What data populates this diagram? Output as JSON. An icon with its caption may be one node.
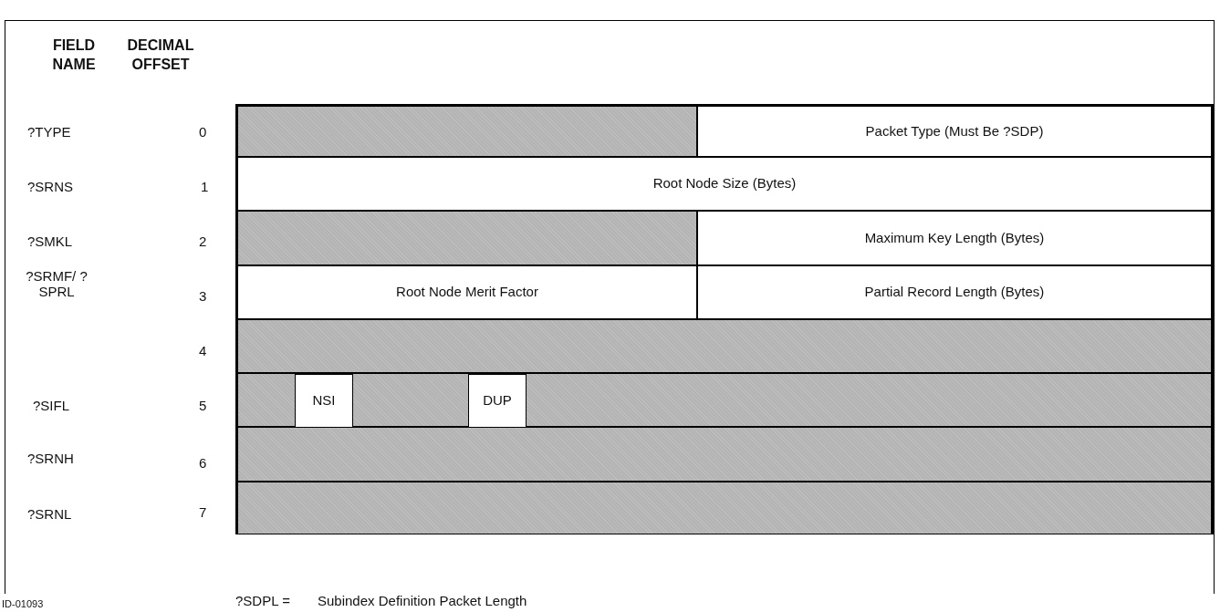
{
  "diagram": {
    "nodes": [
      {
        "text": [],
        "shape": "box"
      },
      {
        "text": [
          "Packet Type (Must Be ?SDP)"
        ]
      },
      {
        "text": [
          "Root Node Size (Bytes)"
        ]
      },
      {
        "text": [],
        "shape": "box"
      },
      {
        "text": [
          "Maximum Key Length (Bytes)"
        ]
      },
      {
        "text": [
          "Root Node Merit Factor"
        ]
      },
      {
        "text": [
          "Partial Record Length (Bytes)"
        ]
      },
      {
        "text": [],
        "shape": "box"
      },
      {
        "text": [],
        "shape": "box"
      },
      {
        "text": [
          "NSI"
        ],
        "in": 8
      },
      {
        "text": [
          "DUP"
        ],
        "in": 8
      },
      {
        "text": [],
        "shape": "box"
      },
      {
        "text": [],
        "shape": "box"
      }
    ],
    "edges": [],
    "labels": [
      "FIELD NAME",
      "DECIMAL OFFSET",
      "?TYPE",
      "0",
      "?SRNS",
      "1",
      "?SMKL",
      "2",
      "?SRMF/ ?SPRL",
      "3",
      "4",
      "?SIFL",
      "5",
      "?SRNH",
      "6",
      "?SRNL",
      "7",
      "?SDPL =",
      "Subindex Definition Packet Length",
      "ID-01093"
    ]
  }
}
